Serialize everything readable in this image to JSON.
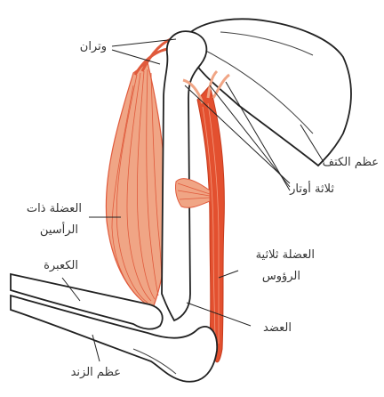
{
  "labels": {
    "tendons_two": "وتران",
    "scapula": "عظم الكتف",
    "tendons_three": "ثلاثة أوتار",
    "biceps_line1": "العضلة ذات",
    "biceps_line2": "الرأسين",
    "radius": "الكعبرة",
    "triceps_line1": "العضلة ثلاثية",
    "triceps_line2": "الرؤوس",
    "humerus": "العضد",
    "ulna": "عظم الزند"
  },
  "colors": {
    "outline": "#222222",
    "muscle_fill": "#f0a585",
    "muscle_stripe": "#e05a3c",
    "muscle_dark": "#e3502f",
    "bone_fill": "#ffffff"
  }
}
